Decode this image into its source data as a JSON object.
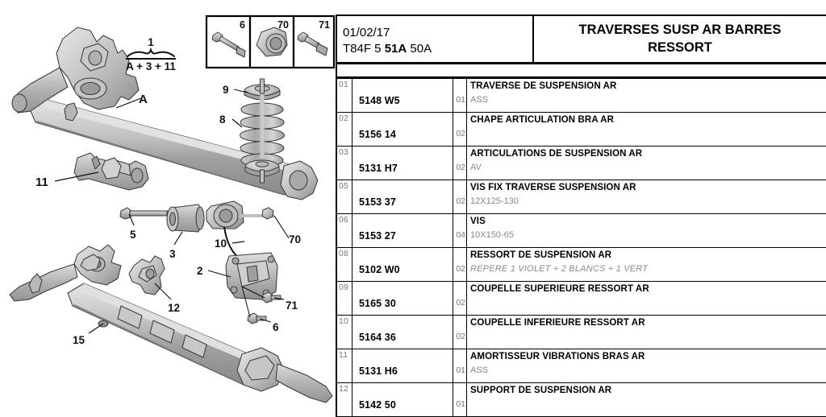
{
  "header": {
    "date": "01/02/17",
    "ref_prefix": "T84F 5 ",
    "ref_bold": "51A",
    "ref_suffix": " 50A",
    "title_line1": "TRAVERSES SUSP AR BARRES",
    "title_line2": "RESSORT"
  },
  "table": {
    "rows": [
      {
        "index": "01",
        "part_number": "5148 W5",
        "qty": "01",
        "description": "TRAVERSE DE SUSPENSION AR",
        "sub": "ASS",
        "sub_italic": false
      },
      {
        "index": "02",
        "part_number": "5156 14",
        "qty": "02",
        "description": "CHAPE ARTICULATION BRA AR",
        "sub": "",
        "sub_italic": false
      },
      {
        "index": "03",
        "part_number": "5131 H7",
        "qty": "02",
        "description": "ARTICULATIONS DE SUSPENSION AR",
        "sub": "AV",
        "sub_italic": false
      },
      {
        "index": "05",
        "part_number": "5153 37",
        "qty": "02",
        "description": "VIS FIX TRAVERSE SUSPENSION AR",
        "sub": "12X125-130",
        "sub_italic": false
      },
      {
        "index": "06",
        "part_number": "5153 27",
        "qty": "04",
        "description": "VIS",
        "sub": "10X150-65",
        "sub_italic": false
      },
      {
        "index": "08",
        "part_number": "5102 W0",
        "qty": "02",
        "description": "RESSORT DE SUSPENSION AR",
        "sub": "REPERE 1 VIOLET + 2 BLANCS + 1 VERT",
        "sub_italic": true
      },
      {
        "index": "09",
        "part_number": "5165 30",
        "qty": "02",
        "description": "COUPELLE SUPERIEURE RESSORT AR",
        "sub": "",
        "sub_italic": false
      },
      {
        "index": "10",
        "part_number": "5164 36",
        "qty": "02",
        "description": "COUPELLE INFERIEURE RESSORT AR",
        "sub": "",
        "sub_italic": false
      },
      {
        "index": "11",
        "part_number": "5131 H6",
        "qty": "01",
        "description": "AMORTISSEUR VIBRATIONS BRAS AR",
        "sub": "ASS",
        "sub_italic": false
      },
      {
        "index": "12",
        "part_number": "5142 50",
        "qty": "01",
        "description": "SUPPORT DE SUSPENSION AR",
        "sub": "",
        "sub_italic": false
      }
    ]
  },
  "diagram": {
    "brace_top": "1",
    "brace_bottom": "A + 3 + 11",
    "inset_boxes": [
      {
        "label": "6",
        "item": "hex-flange-bolt"
      },
      {
        "label": "70",
        "item": "flange-nut"
      },
      {
        "label": "71",
        "item": "short-flange-bolt"
      }
    ],
    "callouts": [
      {
        "label": "A",
        "target": "axle-beam"
      },
      {
        "label": "11",
        "target": "vibration-damper"
      },
      {
        "label": "9",
        "target": "upper-spring-cup"
      },
      {
        "label": "8",
        "target": "coil-spring"
      },
      {
        "label": "10",
        "target": "lower-spring-cup"
      },
      {
        "label": "5",
        "target": "long-bolt"
      },
      {
        "label": "3",
        "target": "suspension-articulation-bush"
      },
      {
        "label": "70",
        "target": "flange-nut"
      },
      {
        "label": "2",
        "target": "suspension-bracket-plate"
      },
      {
        "label": "71",
        "target": "bracket-bolt"
      },
      {
        "label": "6",
        "target": "bracket-bolt-lower"
      },
      {
        "label": "12",
        "target": "mounting-yoke"
      },
      {
        "label": "15",
        "target": "lower-crossmember"
      }
    ]
  },
  "colors": {
    "ink": "#000000",
    "muted": "#888888",
    "metal_light": "#d8d8d8",
    "metal_mid": "#b4b4b4",
    "metal_dark": "#8c8c8c",
    "outline": "#3a3a3a"
  }
}
